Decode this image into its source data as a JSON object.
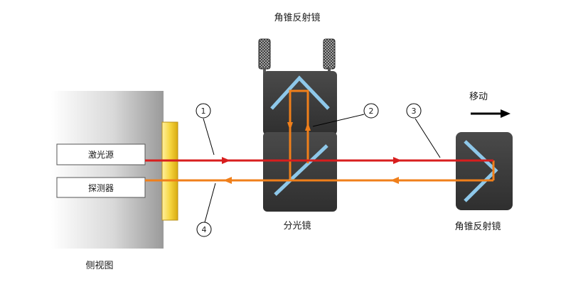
{
  "labels": {
    "top_retroreflector": "角锥反射镜",
    "moving": "移动",
    "laser_source": "激光源",
    "detector": "探测器",
    "beam_splitter": "分光镜",
    "right_retroreflector": "角锥反射镜",
    "side_view": "侧视图"
  },
  "callouts": [
    "1",
    "2",
    "3",
    "4"
  ],
  "colors": {
    "laser_beam": "#d81e1e",
    "return_beam": "#f07f1a",
    "housing_dark": "#3d3d3d",
    "housing_light": "#e8e8e8",
    "window": "#f3d33c",
    "mirror": "#8ec8ea",
    "arrow": "#000000"
  }
}
